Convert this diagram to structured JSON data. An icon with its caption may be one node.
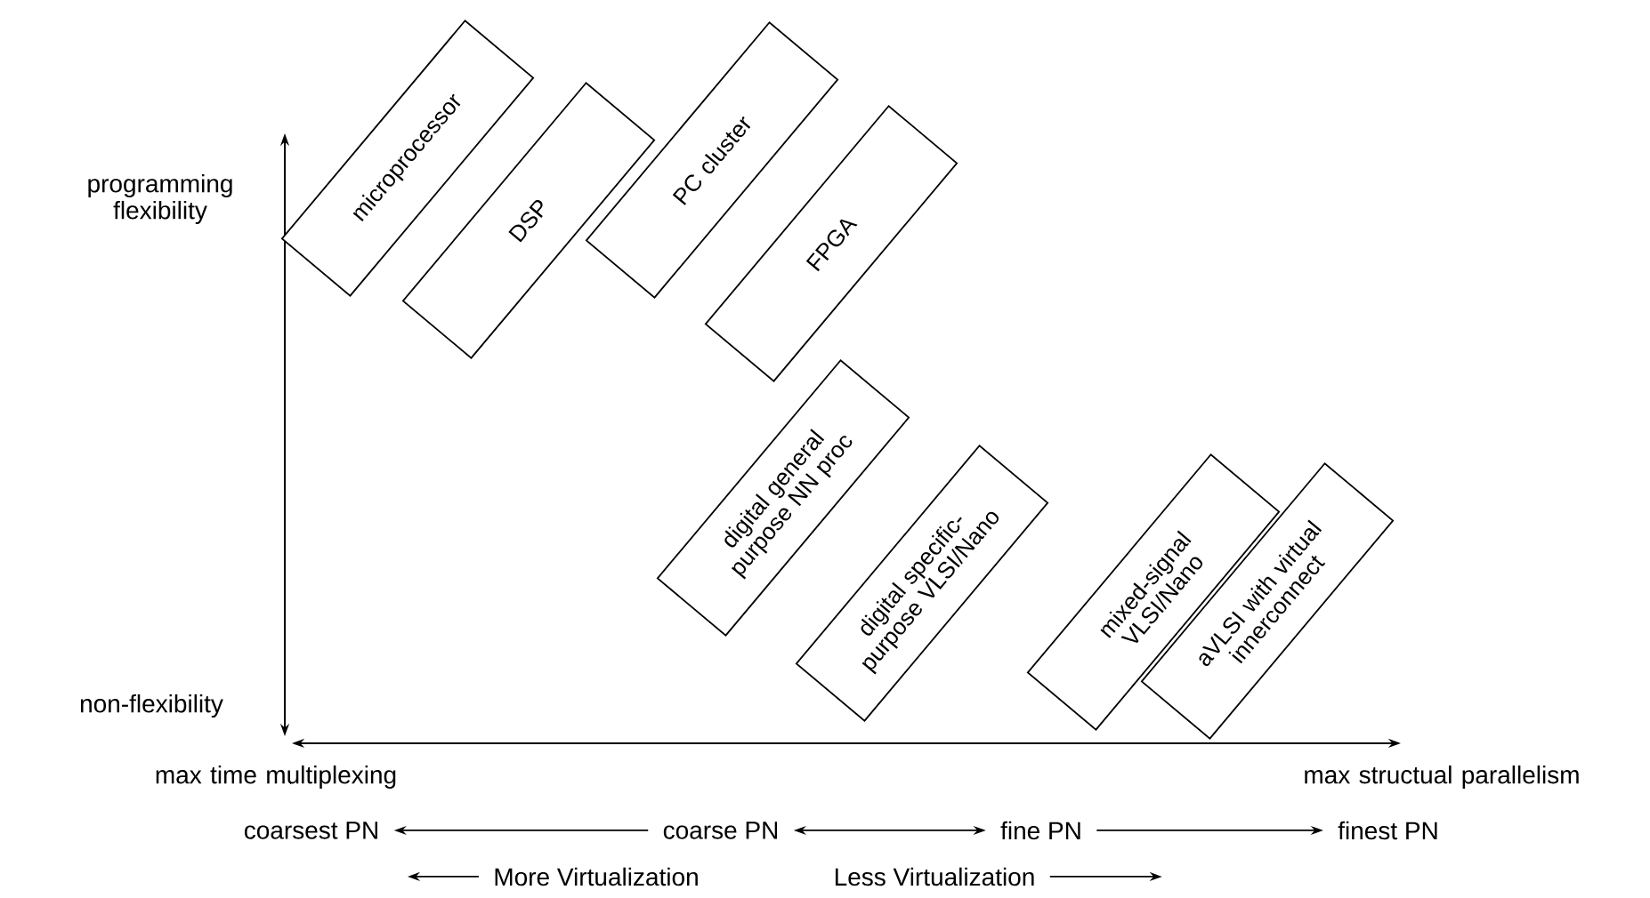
{
  "diagram": {
    "nodes": [
      {
        "text": [
          "microprocessor"
        ]
      },
      {
        "text": [
          "DSP"
        ]
      },
      {
        "text": [
          "PC cluster"
        ]
      },
      {
        "text": [
          "FPGA"
        ]
      },
      {
        "text": [
          "digital general purpose NN proc"
        ]
      },
      {
        "text": [
          "digital specific-purpose VLSI/Nano"
        ]
      },
      {
        "text": [
          "mixed-signal VLSI/Nano"
        ]
      },
      {
        "text": [
          "aVLSI with virtual innerconnect"
        ]
      },
      {
        "text": [
          "coarsest PN"
        ]
      },
      {
        "text": [
          "coarse PN"
        ]
      },
      {
        "text": [
          "fine PN"
        ]
      },
      {
        "text": [
          "finest PN"
        ]
      },
      {
        "text": [
          "More Virtualization"
        ]
      },
      {
        "text": [
          "Less Virtualization"
        ]
      }
    ],
    "edges": [
      {
        "from": 9,
        "to": 8,
        "arrow": "to"
      },
      {
        "from": 9,
        "to": 10,
        "arrow": "both"
      },
      {
        "from": 10,
        "to": 11,
        "arrow": "to"
      },
      {
        "from": 12,
        "to": null,
        "arrow": "to"
      },
      {
        "from": 13,
        "to": null,
        "arrow": "to"
      }
    ],
    "labels": [
      "programming flexibility",
      "non-flexibility",
      "max time multiplexing",
      "max structual parallelism"
    ]
  }
}
